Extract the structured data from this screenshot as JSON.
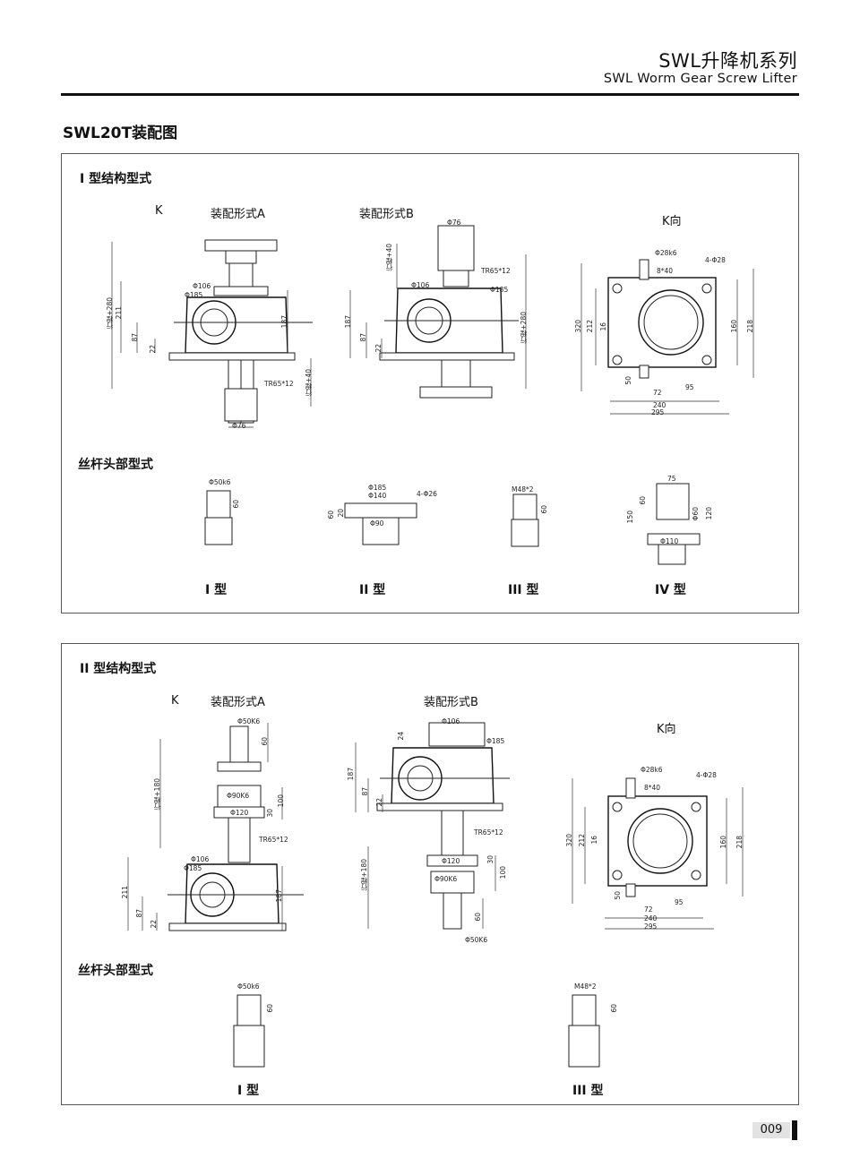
{
  "header": {
    "title": "SWL升降机系列",
    "subtitle": "SWL Worm  Gear Screw Lifter"
  },
  "page_title": "SWL20T装配图",
  "panel1": {
    "section_title": "I 型结构型式",
    "view_k": "K",
    "view_a": "装配形式A",
    "view_b": "装配形式B",
    "view_kdir": "K向",
    "head_title": "丝杆头部型式",
    "types": [
      "I 型",
      "II 型",
      "III 型",
      "IV 型"
    ],
    "dims_a": [
      "Φ106",
      "Φ185",
      "行程+280",
      "211",
      "87",
      "22",
      "187",
      "TR65*12",
      "行程+40",
      "Φ76"
    ],
    "dims_b": [
      "Φ76",
      "行程+40",
      "TR65*12",
      "Φ106",
      "Φ185",
      "187",
      "87",
      "22",
      "行程+280"
    ],
    "dims_k": [
      "Φ28k6",
      "8*40",
      "4-Φ28",
      "320",
      "212",
      "16",
      "160",
      "218",
      "50",
      "72",
      "95",
      "240",
      "295"
    ],
    "dims_heads": [
      "Φ50k6",
      "60",
      "Φ185",
      "Φ140",
      "4-Φ26",
      "60",
      "20",
      "Φ90",
      "M48*2",
      "60",
      "75",
      "150",
      "60",
      "Φ60",
      "120",
      "Φ110"
    ]
  },
  "panel2": {
    "section_title": "II 型结构型式",
    "view_k": "K",
    "view_a": "装配形式A",
    "view_b": "装配形式B",
    "view_kdir": "K向",
    "head_title": "丝杆头部型式",
    "types": [
      "I 型",
      "III 型"
    ],
    "dims_a": [
      "Φ50K6",
      "60",
      "Φ90K6",
      "100",
      "Φ120",
      "30",
      "行程+180",
      "TR65*12",
      "Φ106",
      "Φ185",
      "211",
      "87",
      "22",
      "187"
    ],
    "dims_b": [
      "Φ106",
      "Φ185",
      "24",
      "187",
      "87",
      "22",
      "TR65*12",
      "行程+180",
      "Φ120",
      "30",
      "Φ90K6",
      "100",
      "60",
      "Φ50K6"
    ],
    "dims_k": [
      "Φ28k6",
      "4-Φ28",
      "8*40",
      "320",
      "212",
      "16",
      "160",
      "218",
      "50",
      "95",
      "72",
      "240",
      "295"
    ],
    "dims_heads": [
      "Φ50k6",
      "60",
      "M48*2",
      "60"
    ]
  },
  "page_number": "009"
}
